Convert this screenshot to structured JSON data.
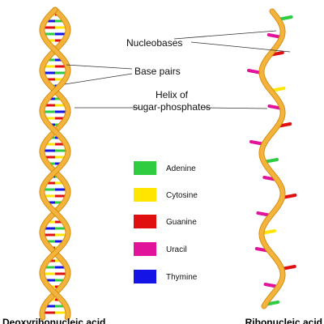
{
  "annotations": {
    "nucleobases": "Nucleobases",
    "base_pairs": "Base pairs",
    "helix_line1": "Helix of",
    "helix_line2": "sugar-phosphates"
  },
  "legend": [
    {
      "label": "Adenine",
      "color": "#2ecc40"
    },
    {
      "label": "Cytosine",
      "color": "#ffe600"
    },
    {
      "label": "Guanine",
      "color": "#e01010"
    },
    {
      "label": "Uracil",
      "color": "#e0139a"
    },
    {
      "label": "Thymine",
      "color": "#1414e6"
    }
  ],
  "captions": {
    "left": "Deoxyribonucleic acid",
    "right": "Ribonucleic acid"
  },
  "colors": {
    "backbone": "#f4b43c",
    "backbone_edge": "#d58e12"
  }
}
